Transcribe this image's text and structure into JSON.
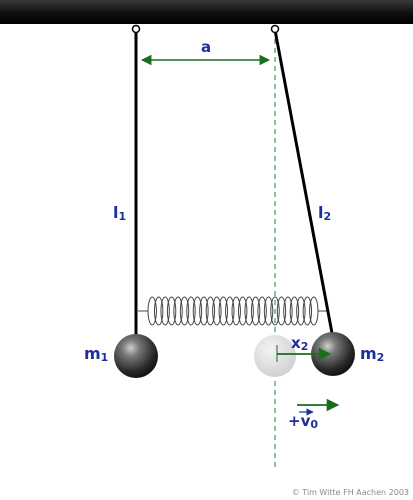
{
  "labels": {
    "a": "a",
    "l1": "l",
    "l1_sub": "1",
    "l2": "l",
    "l2_sub": "2",
    "m1": "m",
    "m1_sub": "1",
    "m2": "m",
    "m2_sub": "2",
    "x2": "x",
    "x2_sub": "2",
    "v0_sign": "+",
    "v0": "v",
    "v0_sub": "0"
  },
  "copyright": "© Tim Witte FH Aachen 2003",
  "colors": {
    "ceiling": "#141414",
    "rod": "#000000",
    "label": "#1f2f9a",
    "arrow": "#1a6e1a",
    "dashed_line": "#2e7d2e",
    "spring": "#444444",
    "mass": "#2b2b2b",
    "ghost_mass": "#d8d8d8"
  },
  "icons": {
    "pivot": "pivot-ring-icon",
    "mass": "sphere-icon",
    "spring": "coil-spring-icon"
  }
}
